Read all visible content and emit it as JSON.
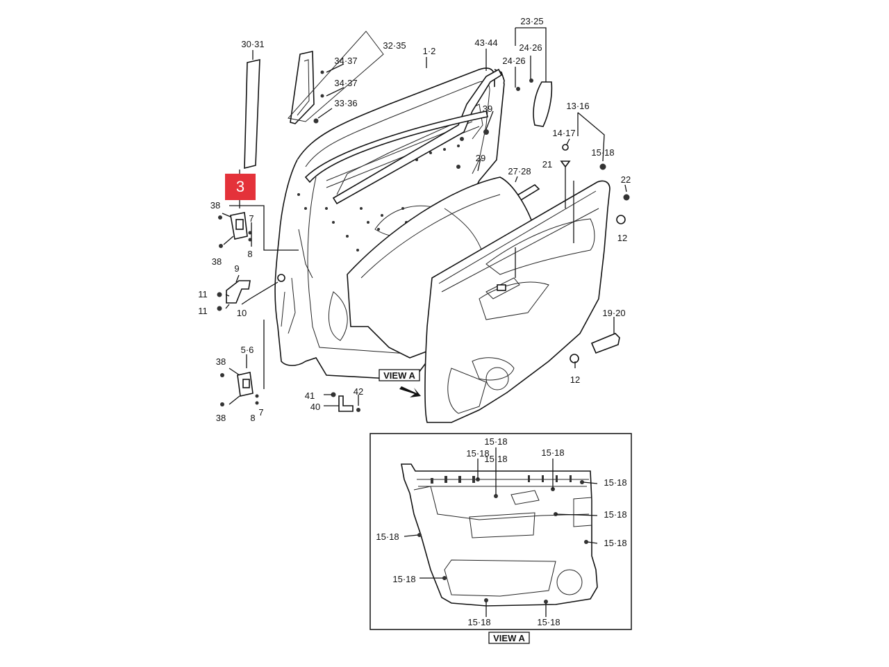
{
  "highlight": {
    "label": "3",
    "color": "#e4323a"
  },
  "callouts": {
    "c30_31": "30·31",
    "c32_35": "32·35",
    "c34_37a": "34·37",
    "c34_37b": "34·37",
    "c33_36": "33·36",
    "c1_2": "1·2",
    "c43_44": "43·44",
    "c23_25": "23·25",
    "c24_26a": "24·26",
    "c24_26b": "24·26",
    "c39": "39",
    "c13_16": "13·16",
    "c14_17": "14·17",
    "c15_18": "15·18",
    "c21": "21",
    "c22": "22",
    "c12a": "12",
    "c29": "29",
    "c27_28": "27·28",
    "c38a": "38",
    "c38b": "38",
    "c7a": "7",
    "c8a": "8",
    "c9": "9",
    "c11a": "11",
    "c11b": "11",
    "c10": "10",
    "c19_20": "19·20",
    "c38c": "38",
    "c5_6": "5·6",
    "c38d": "38",
    "c8b": "8",
    "c7b": "7",
    "c41": "41",
    "c40": "40",
    "c42": "42",
    "c12b": "12"
  },
  "view_a_arrow_label": "VIEW A",
  "inset": {
    "title": "VIEW A",
    "callouts": {
      "i1": "15·18",
      "i2": "15·18",
      "i3": "15·18",
      "i4": "15·18",
      "i5": "15·18",
      "i6": "15·18",
      "i7": "15·18",
      "i8": "15·18",
      "i9": "15·18",
      "i10": "15·18",
      "i11": "15·18"
    }
  }
}
